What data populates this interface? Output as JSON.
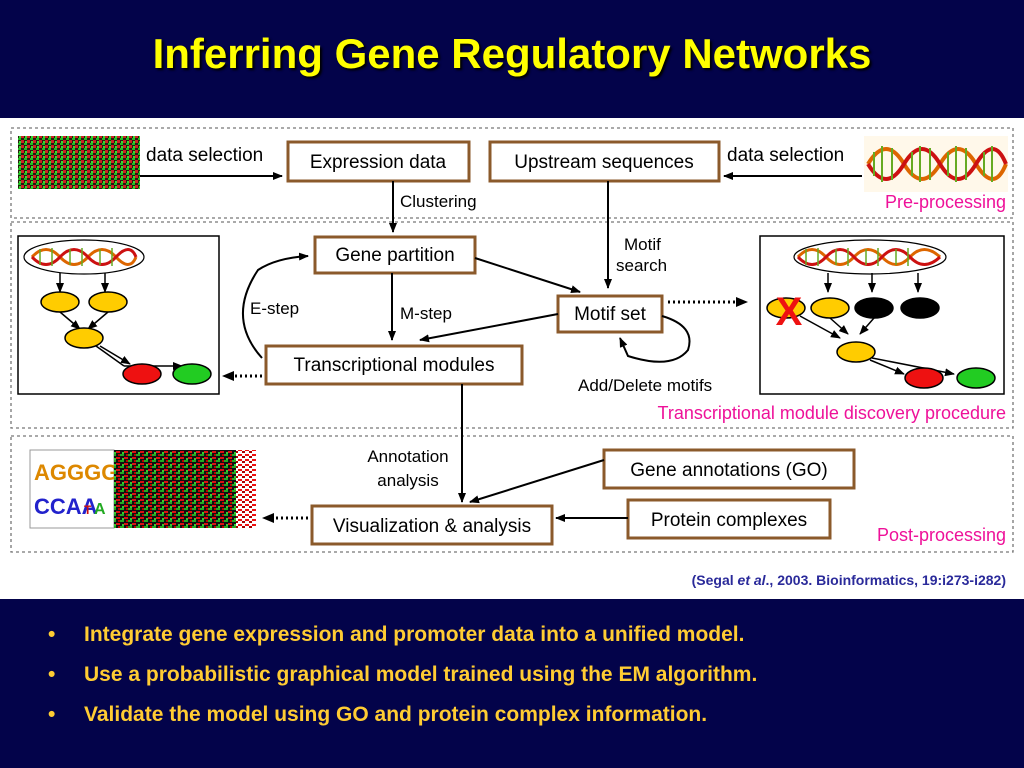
{
  "slide": {
    "title": "Inferring Gene Regulatory Networks",
    "colors": {
      "background": "#03034a",
      "title": "#ffff00",
      "bullet_text": "#ffcc33",
      "box_border": "#8b5a2b",
      "stage_label": "#ee1199",
      "positive_node": "#ffcc00",
      "red_node": "#ee1111",
      "green_node": "#22cc22"
    }
  },
  "diagram": {
    "boxes": {
      "expression_data": "Expression data",
      "upstream_sequences": "Upstream sequences",
      "gene_partition": "Gene partition",
      "motif_set": "Motif set",
      "transcriptional_modules": "Transcriptional modules",
      "gene_annotations": "Gene annotations (GO)",
      "protein_complexes": "Protein complexes",
      "visualization": "Visualization & analysis"
    },
    "edge_labels": {
      "data_selection_left": "data selection",
      "data_selection_right": "data selection",
      "clustering": "Clustering",
      "motif_search_1": "Motif",
      "motif_search_2": "search",
      "e_step": "E-step",
      "m_step": "M-step",
      "add_delete": "Add/Delete motifs",
      "annotation_1": "Annotation",
      "annotation_2": "analysis",
      "x_mark": "X"
    },
    "stage_labels": {
      "pre": "Pre-processing",
      "module": "Transcriptional module discovery procedure",
      "post": "Post-processing"
    },
    "motif_logo": {
      "line1": "AGGGG",
      "line2": "CCAA",
      "line2b": "T",
      "line2c": "A"
    }
  },
  "citation": {
    "open": "(Segal ",
    "etal": "et al",
    "rest": "., 2003. Bioinformatics, 19:i273-i282)"
  },
  "bullets": [
    {
      "marker": "•",
      "text": "Integrate gene expression and promoter data into a unified model."
    },
    {
      "marker": "•",
      "text": "Use a probabilistic graphical model trained using the EM algorithm."
    },
    {
      "marker": "•",
      "text": "Validate the model using GO and protein complex information."
    }
  ]
}
